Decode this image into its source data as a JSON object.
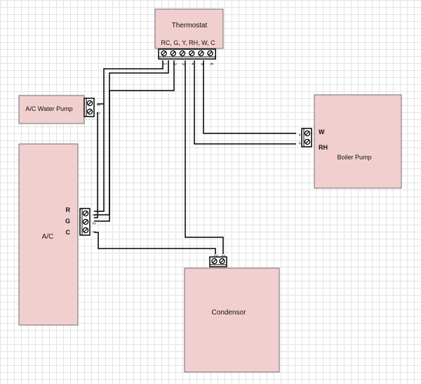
{
  "colors": {
    "box_fill": "#f2cfcf",
    "box_stroke": "#6f6f6f",
    "wire": "#000000",
    "terminal_fill": "#ffffff"
  },
  "components": {
    "thermostat": {
      "title": "Thermostat",
      "terminals_label": "RC, G, Y, RH, W, C",
      "pins": [
        "1",
        "2",
        "3",
        "4",
        "5",
        "6"
      ]
    },
    "ac_water_pump": {
      "title": "A/C Water Pump",
      "pins": [
        "2",
        "1"
      ]
    },
    "ac": {
      "title": "A/C",
      "terminal_letters": [
        "R",
        "G",
        "C"
      ],
      "pins": [
        "3",
        "2",
        "1"
      ]
    },
    "boiler_pump": {
      "title": "Boiler Pump",
      "terminal_letters": [
        "W",
        "RH"
      ],
      "pins": [
        "1",
        "2"
      ]
    },
    "condensor": {
      "title": "Condensor",
      "pins": [
        "2",
        "1"
      ]
    }
  }
}
